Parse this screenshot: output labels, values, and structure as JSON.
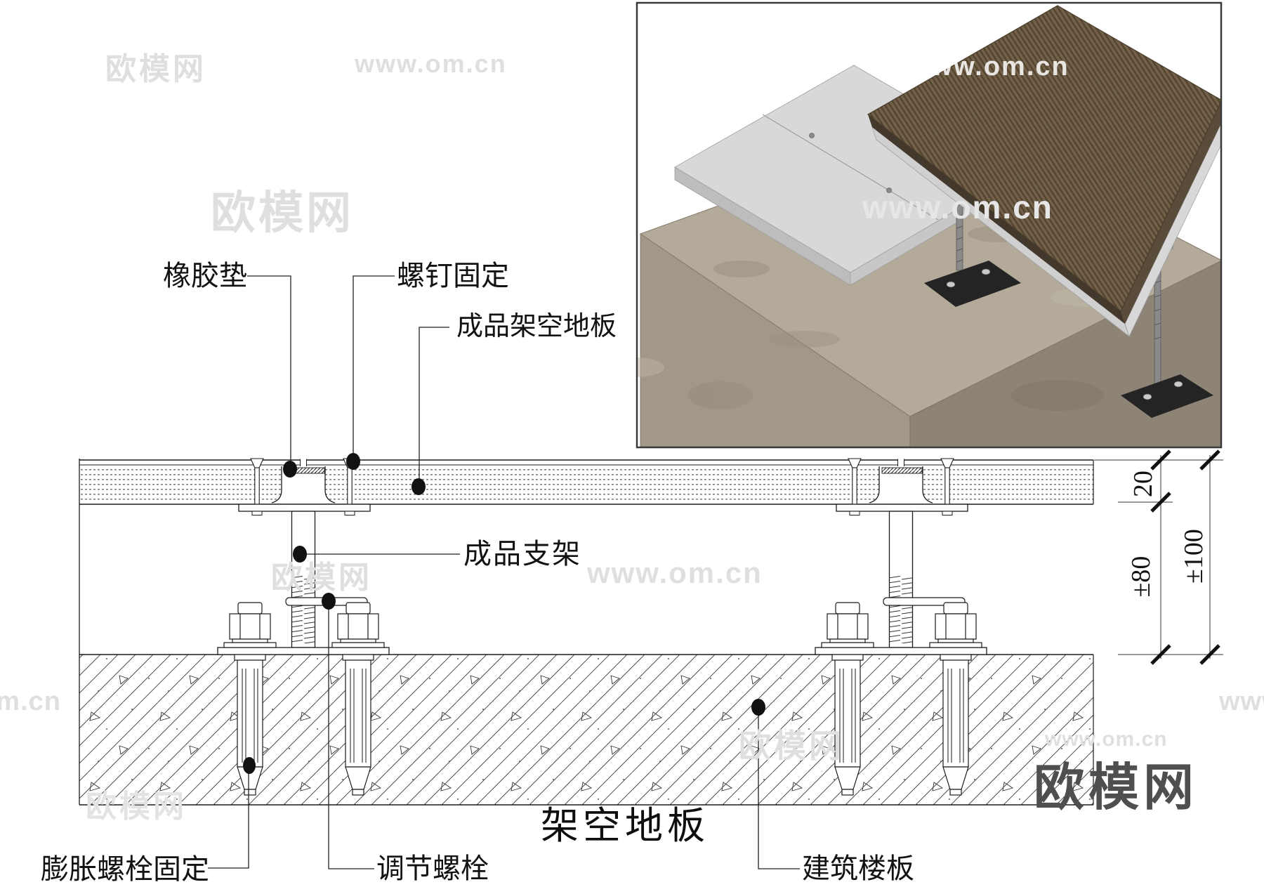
{
  "drawing": {
    "title": "架空地板",
    "type_note": "raised access floor construction detail"
  },
  "labels": {
    "rubber_pad": "橡胶垫",
    "screw_fix": "螺钉固定",
    "finished_floor": "成品架空地板",
    "support": "成品支架",
    "expansion_bolt": "膨胀螺栓固定",
    "adjust_bolt": "调节螺栓",
    "building_slab": "建筑楼板"
  },
  "dimensions": {
    "floor_thickness": "20",
    "cavity_height": "±80",
    "total_height": "±100"
  },
  "brand": {
    "site_name": "欧模网",
    "site_url": "www.om.cn",
    "dark_mark_color": "#4f4f4f",
    "light_mark_color": "#dfdfdf"
  },
  "watermarks": [
    {
      "text": "欧模网"
    },
    {
      "text": "www.om.cn"
    },
    {
      "text": "欧模网"
    },
    {
      "text": "www.om.cn"
    },
    {
      "text": "欧模网"
    },
    {
      "text": "www.om.cn"
    },
    {
      "text": "欧模网"
    },
    {
      "text": "www.om.cn"
    },
    {
      "text": "欧模网"
    },
    {
      "text": "om.cn"
    },
    {
      "text": "www."
    },
    {
      "text": "欧模网"
    },
    {
      "text": "欧模网"
    },
    {
      "text": "www.om.cn"
    }
  ]
}
